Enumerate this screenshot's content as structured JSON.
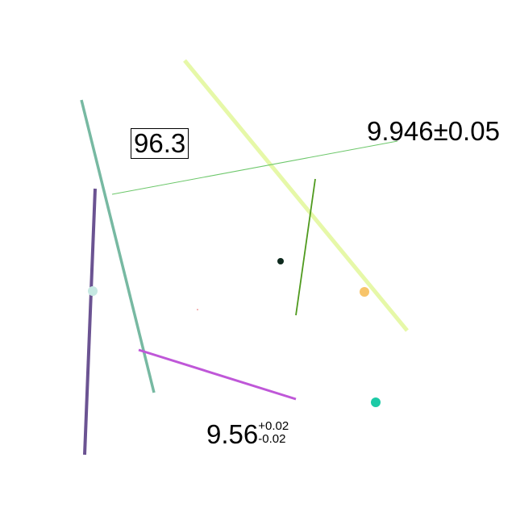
{
  "annotations": {
    "boxed_value": "96.3",
    "pm_value": "9.946±0.05",
    "asym_main": "9.56",
    "asym_sup": "+0.02",
    "asym_sub": "-0.02"
  },
  "colors": {
    "background": "#ffffff",
    "yellow_green_line": "#e6f8a8",
    "thin_green_line": "#6cc76a",
    "teal_line": "#77b9a2",
    "purple_line": "#6b5392",
    "olive_green_line": "#4f9a1e",
    "magenta_line": "#bf57d8",
    "dot_black": "#0e2a1e",
    "dot_orange": "#f7c46a",
    "dot_light_cyan": "#c6e8e2",
    "dot_teal": "#1ccaa6",
    "dot_pink": "#f0a0a0"
  }
}
